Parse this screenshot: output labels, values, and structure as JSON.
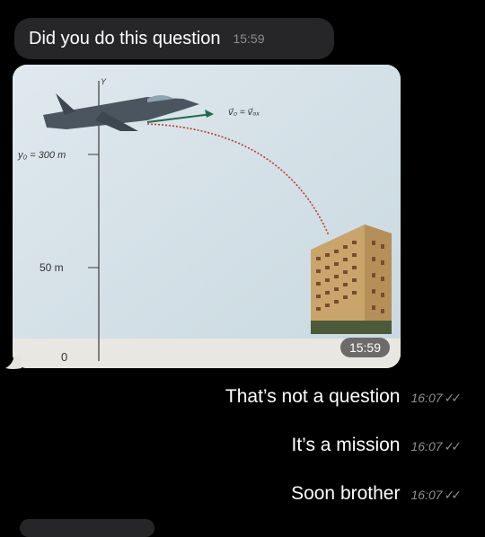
{
  "messages": {
    "incoming_text": {
      "text": "Did you do this question",
      "time": "15:59"
    },
    "incoming_photo": {
      "time": "15:59",
      "figure": {
        "y_axis_label": "Y",
        "velocity_label": "v⃗₀ = v⃗ₒₓ",
        "height_label": "y₀ = 300 m",
        "building_height_label": "50 m",
        "origin_label": "0"
      }
    },
    "outgoing": [
      {
        "text": "That’s not a question",
        "time": "16:07"
      },
      {
        "text": "It’s a mission",
        "time": "16:07"
      },
      {
        "text": "Soon brother",
        "time": "16:07"
      }
    ]
  },
  "colors": {
    "background": "#000000",
    "bubble": "#262628",
    "muted_text": "#8e8e93",
    "arrow": "#1f6b4b",
    "trajectory": "#c0392b"
  }
}
